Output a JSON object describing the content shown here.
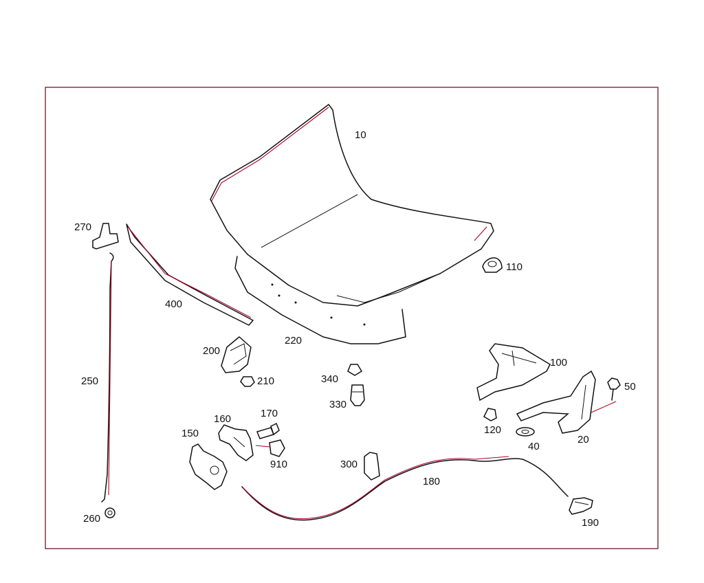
{
  "parts": [
    {
      "id": "hood",
      "label": "10"
    },
    {
      "id": "hood-seal",
      "label": "220"
    },
    {
      "id": "side-seal",
      "label": "400"
    },
    {
      "id": "rod-holder",
      "label": "270"
    },
    {
      "id": "support-rod",
      "label": "250"
    },
    {
      "id": "grommet",
      "label": "260"
    },
    {
      "id": "bumper-stop",
      "label": "110"
    },
    {
      "id": "bracket",
      "label": "200"
    },
    {
      "id": "clip",
      "label": "210"
    },
    {
      "id": "nut",
      "label": "340"
    },
    {
      "id": "buffer",
      "label": "330"
    },
    {
      "id": "hinge-cover",
      "label": "100"
    },
    {
      "id": "hinge",
      "label": "20"
    },
    {
      "id": "bolt",
      "label": "50"
    },
    {
      "id": "plug",
      "label": "120"
    },
    {
      "id": "washer",
      "label": "40"
    },
    {
      "id": "lock-lower",
      "label": "150"
    },
    {
      "id": "lock-upper",
      "label": "160"
    },
    {
      "id": "screw",
      "label": "170"
    },
    {
      "id": "cover-clip",
      "label": "910"
    },
    {
      "id": "cable-holder",
      "label": "300"
    },
    {
      "id": "release-cable",
      "label": "180"
    },
    {
      "id": "release-handle",
      "label": "190"
    }
  ]
}
